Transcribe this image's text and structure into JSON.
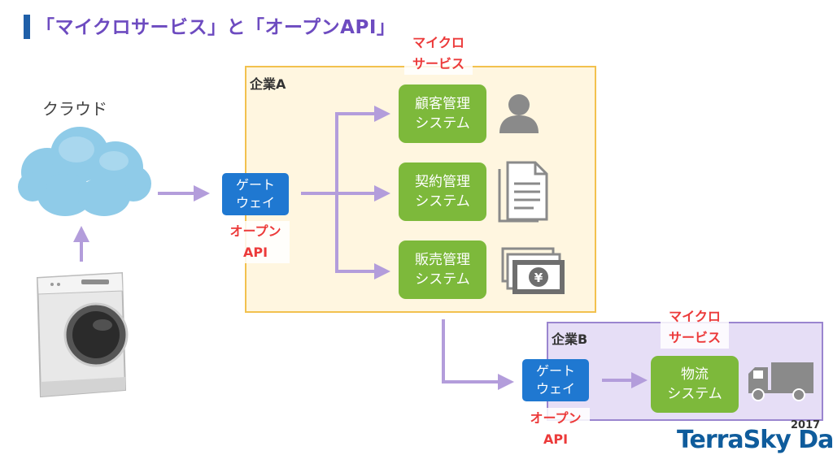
{
  "title": "「マイクロサービス」と「オープンAPI」",
  "cloud_label": "クラウド",
  "company_a": {
    "label": "企業A",
    "microservice_label": "マイクロ\nサービス",
    "gateway": "ゲート\nウェイ",
    "open_api_label": "オープン\nAPI",
    "systems": [
      {
        "label": "顧客管理\nシステム",
        "icon": "person-icon"
      },
      {
        "label": "契約管理\nシステム",
        "icon": "document-icon"
      },
      {
        "label": "販売管理\nシステム",
        "icon": "yen-banknote-icon"
      }
    ]
  },
  "company_b": {
    "label": "企業B",
    "microservice_label": "マイクロ\nサービス",
    "gateway": "ゲート\nウェイ",
    "open_api_label": "オープン\nAPI",
    "system": {
      "label": "物流\nシステム",
      "icon": "truck-icon"
    }
  },
  "logo": {
    "text": "TerraSky Day",
    "year": "2017"
  },
  "colors": {
    "arrow": "#b39ddb",
    "gateway": "#1f78d1",
    "system": "#7db93b",
    "red_label": "#ec3a3a",
    "title": "#6d4bc0"
  },
  "icons": [
    "cloud-icon",
    "washing-machine-icon",
    "person-icon",
    "document-icon",
    "yen-banknote-icon",
    "truck-icon"
  ]
}
